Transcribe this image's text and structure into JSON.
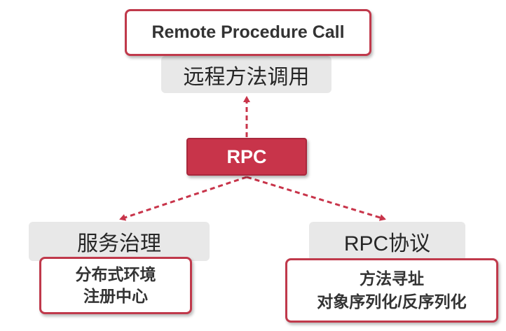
{
  "top": {
    "title_en": "Remote Procedure Call",
    "title_cn": "远程方法调用"
  },
  "center": {
    "label": "RPC"
  },
  "left_branch": {
    "label": "服务治理",
    "details": [
      "分布式环境",
      "注册中心"
    ]
  },
  "right_branch": {
    "label": "RPC协议",
    "details": [
      "方法寻址",
      "对象序列化/反序列化"
    ]
  },
  "colors": {
    "accent": "#c8344a",
    "border": "#c0394b",
    "gray_panel": "#e8e8e8"
  }
}
